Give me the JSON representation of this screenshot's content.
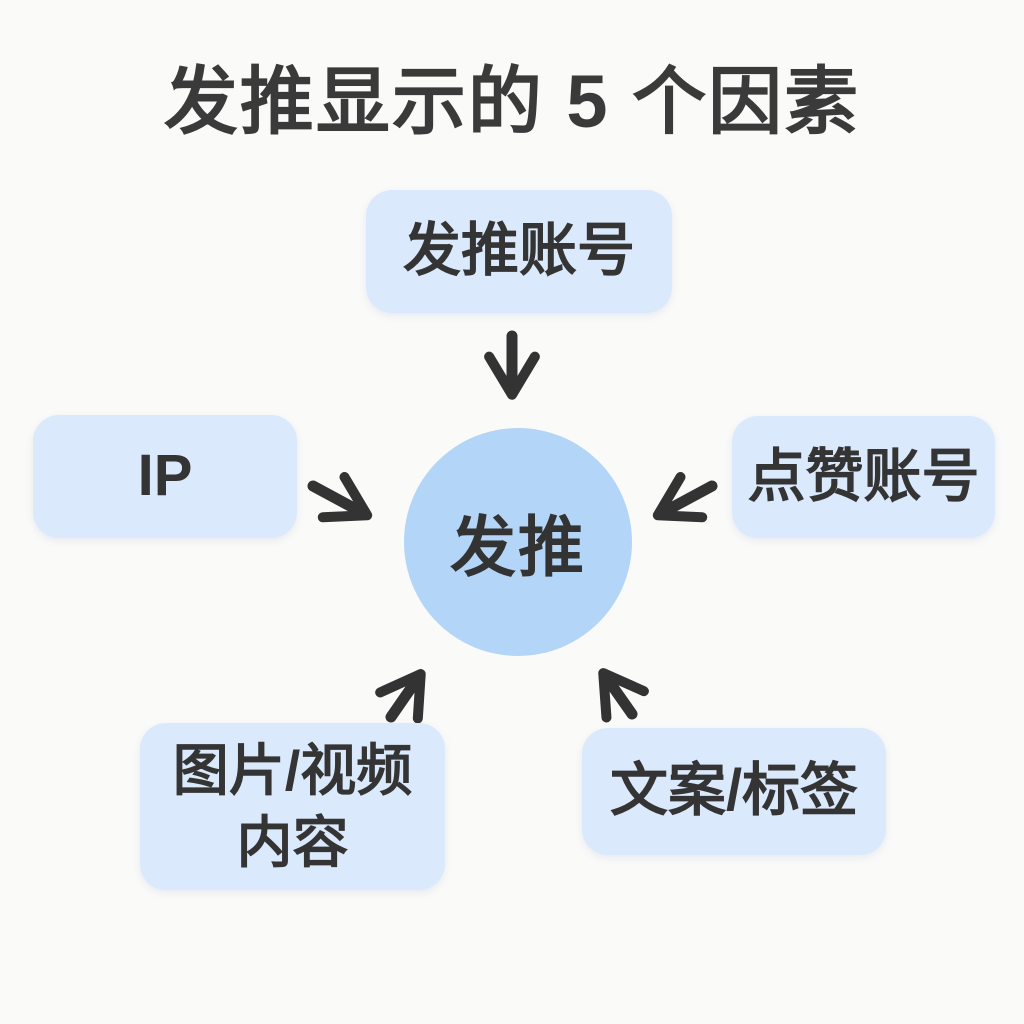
{
  "title": "发推显示的 5 个因素",
  "center": {
    "label": "发推"
  },
  "factors": [
    {
      "id": "tweet-account",
      "label": "发推账号",
      "lines": [
        "发推账号"
      ]
    },
    {
      "id": "ip",
      "label": "IP",
      "lines": [
        "IP"
      ]
    },
    {
      "id": "like-account",
      "label": "点赞账号",
      "lines": [
        "点赞账号"
      ]
    },
    {
      "id": "image-video-content",
      "label": "图片/视频内容",
      "lines": [
        "图片/视频",
        "内容"
      ]
    },
    {
      "id": "copy-tags",
      "label": "文案/标签",
      "lines": [
        "文案/标签"
      ]
    }
  ],
  "colors": {
    "background": "#fafaf9",
    "box_fill": "#dbe9fc",
    "circle_fill": "#b3d5f7",
    "text": "#3a3a3a",
    "arrow": "#333333"
  }
}
